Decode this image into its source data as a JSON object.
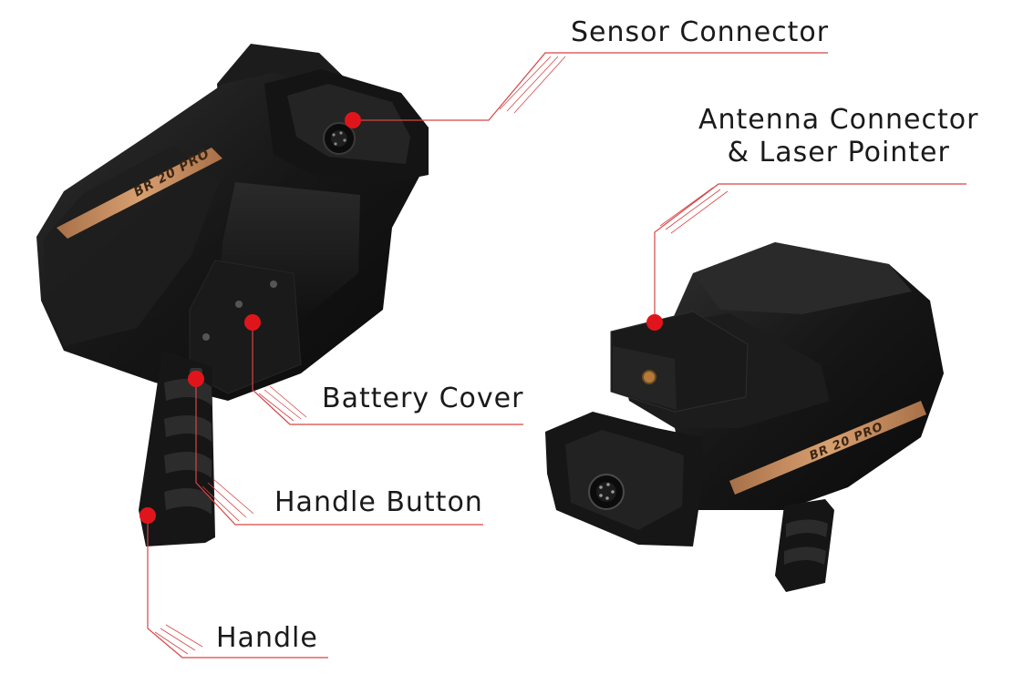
{
  "diagram": {
    "callouts": [
      {
        "id": "sensor_connector",
        "label": "Sensor Connector"
      },
      {
        "id": "antenna_connector",
        "label_lines": [
          "Antenna Connector",
          "& Laser Pointer"
        ]
      },
      {
        "id": "battery_cover",
        "label": "Battery Cover"
      },
      {
        "id": "handle_button",
        "label": "Handle Button"
      },
      {
        "id": "handle",
        "label": "Handle"
      }
    ],
    "device_brand_text": "BR 20 PRO"
  },
  "colors": {
    "marker": "#e0151b",
    "leader_line": "#d64545",
    "device_body": "#151515",
    "device_highlight": "#2e2e2e",
    "brand_strip": "#c48a5a",
    "label_text": "#1a1a1a"
  }
}
